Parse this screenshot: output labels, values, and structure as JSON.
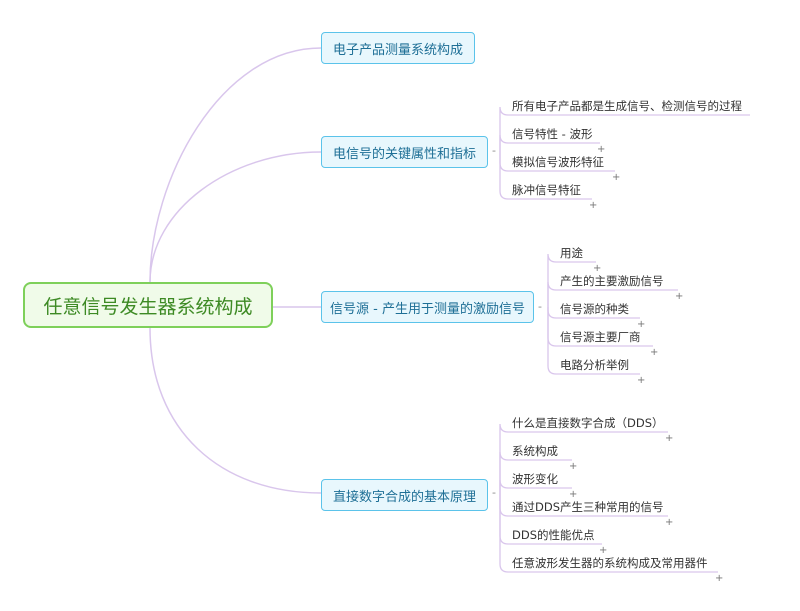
{
  "root": {
    "label": "任意信号发生器系统构成"
  },
  "branches": [
    {
      "label": "电子产品测量系统构成",
      "children": []
    },
    {
      "label": "电信号的关键属性和指标",
      "children": [
        "所有电子产品都是生成信号、检测信号的过程",
        "信号特性 - 波形",
        "模拟信号波形特征",
        "脉冲信号特征"
      ]
    },
    {
      "label": "信号源 - 产生用于测量的激励信号",
      "children": [
        "用途",
        "产生的主要激励信号",
        "信号源的种类",
        "信号源主要厂商",
        "电路分析举例"
      ]
    },
    {
      "label": "直接数字合成的基本原理",
      "children": [
        "什么是直接数字合成（DDS）",
        "系统构成",
        "波形变化",
        "通过DDS产生三种常用的信号",
        "DDS的性能优点",
        "任意波形发生器的系统构成及常用器件"
      ]
    }
  ],
  "symbols": {
    "collapse": "-",
    "expand": "+"
  },
  "colors": {
    "root_border": "#7ed05a",
    "branch_border": "#5bc3ea",
    "connector": "#d9c6ec"
  }
}
